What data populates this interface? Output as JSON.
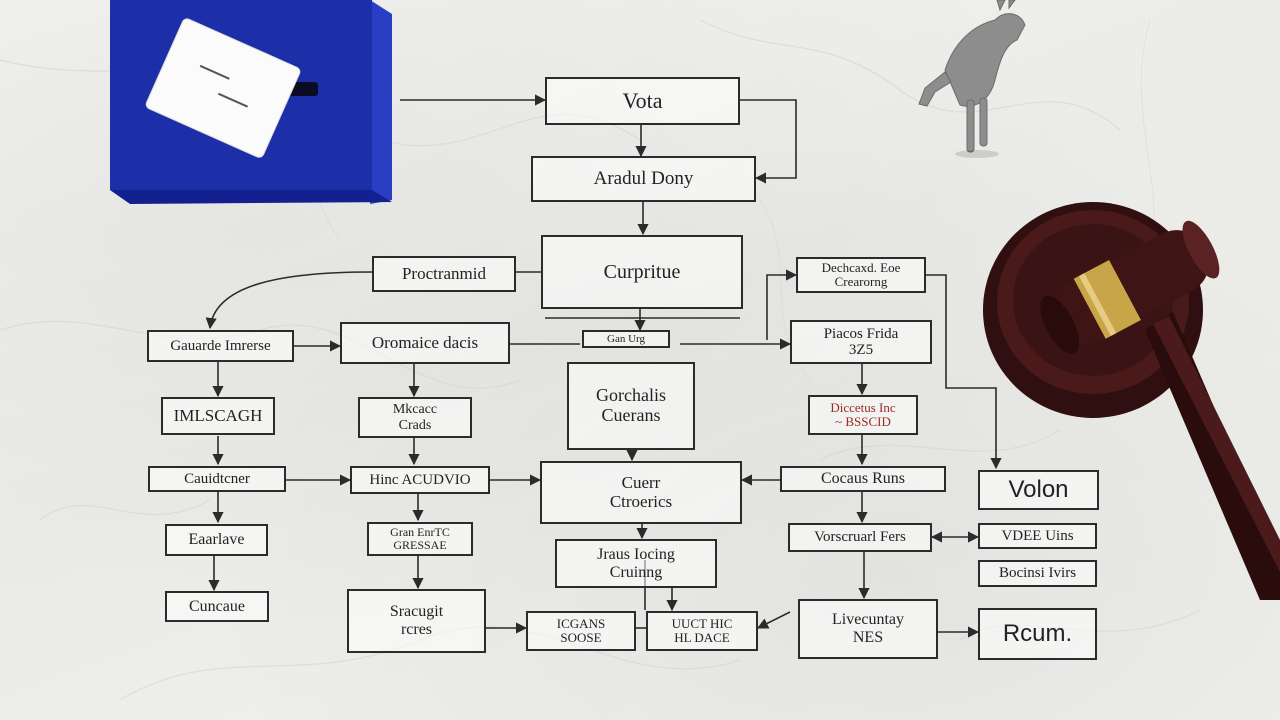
{
  "diagram": {
    "nodes": [
      {
        "id": "n1",
        "text": "Vota"
      },
      {
        "id": "n2",
        "text": "Aradul Dony"
      },
      {
        "id": "n3",
        "text": "Curpritue"
      },
      {
        "id": "n4",
        "text": "Proctranmid"
      },
      {
        "id": "n5",
        "text": "Gauarde Imrerse"
      },
      {
        "id": "n6",
        "text": "Oromaice dacis"
      },
      {
        "id": "n7",
        "text": "Gan Urg"
      },
      {
        "id": "n8",
        "text": "Dechcaxd. Eoe Crearorng"
      },
      {
        "id": "n9",
        "text": "Piacos Frida\n3Z5"
      },
      {
        "id": "n10",
        "text": "IMLSCAGH"
      },
      {
        "id": "n11",
        "text": "Mkcacc\nCrads"
      },
      {
        "id": "n12",
        "text": "Gorchalis\nCuerans"
      },
      {
        "id": "n13",
        "text": "Diccetus Inc\n~ BSSCID"
      },
      {
        "id": "n14",
        "text": "Cauidtcner"
      },
      {
        "id": "n15",
        "text": "Hinc ACUDVIO"
      },
      {
        "id": "n16",
        "text": "Cuerr\nCtroerics"
      },
      {
        "id": "n17",
        "text": "Cocaus Runs"
      },
      {
        "id": "n18",
        "text": "Volon"
      },
      {
        "id": "n19",
        "text": "Eaarlave"
      },
      {
        "id": "n20",
        "text": "Gran EnrTC\nGRESSAE"
      },
      {
        "id": "n21",
        "text": "Jraus Iocing\nCruinng"
      },
      {
        "id": "n22",
        "text": "Vorscruarl Fers"
      },
      {
        "id": "n23",
        "text": "VDEE Uins"
      },
      {
        "id": "n24",
        "text": "Bocinsi Ivirs"
      },
      {
        "id": "n25",
        "text": "Cuncaue"
      },
      {
        "id": "n26",
        "text": "Sracugit\nrcres"
      },
      {
        "id": "n27",
        "text": "ICGANS\nSOOSE"
      },
      {
        "id": "n28",
        "text": "UUCT HIC\nHL DACE"
      },
      {
        "id": "n29",
        "text": "Livecuntay\nNES"
      },
      {
        "id": "n30",
        "text": "Rcum."
      }
    ]
  },
  "colors": {
    "ballot_box": "#1c2fa8",
    "gavel_wood": "#3a1414",
    "gavel_band": "#c9a54a",
    "line": "#2b2b2b",
    "accent_text": "#9a2a22"
  },
  "decor": {
    "ballot_box": "ballot-box-icon",
    "figurine": "donkey-figurine",
    "gavel": "gavel-icon"
  }
}
